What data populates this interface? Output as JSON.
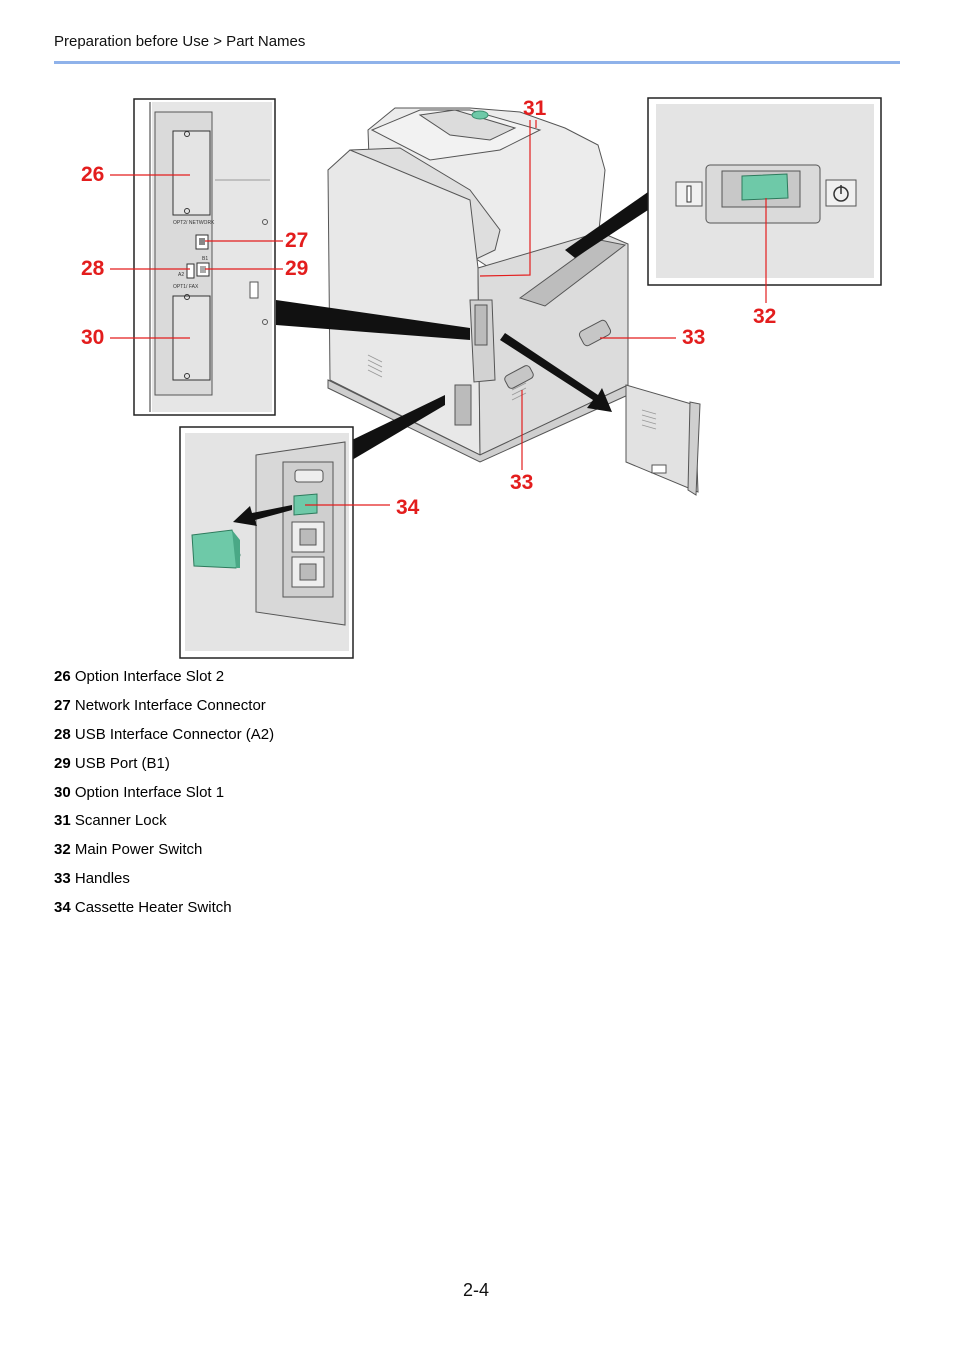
{
  "header": {
    "breadcrumb": "Preparation before Use > Part Names"
  },
  "callouts": {
    "c26": "26",
    "c27": "27",
    "c28": "28",
    "c29": "29",
    "c30": "30",
    "c31": "31",
    "c32": "32",
    "c33a": "33",
    "c33b": "33",
    "c34": "34"
  },
  "panel_labels": {
    "opt2_network": "OPT2/ NETWORK",
    "opt1_fax": "OPT1/ FAX",
    "a2": "A2",
    "b1": "B1"
  },
  "legend": [
    {
      "num": "26",
      "text": "Option Interface Slot 2"
    },
    {
      "num": "27",
      "text": "Network Interface Connector"
    },
    {
      "num": "28",
      "text": "USB Interface Connector (A2)"
    },
    {
      "num": "29",
      "text": "USB Port (B1)"
    },
    {
      "num": "30",
      "text": "Option Interface Slot 1"
    },
    {
      "num": "31",
      "text": "Scanner Lock"
    },
    {
      "num": "32",
      "text": "Main Power Switch"
    },
    {
      "num": "33",
      "text": "Handles"
    },
    {
      "num": "34",
      "text": "Cassette Heater Switch"
    }
  ],
  "footer": {
    "page_number": "2-4"
  },
  "colors": {
    "callout": "#e31d1d",
    "switch_green": "#6ec9a8",
    "rule": "#8fb2ea"
  }
}
